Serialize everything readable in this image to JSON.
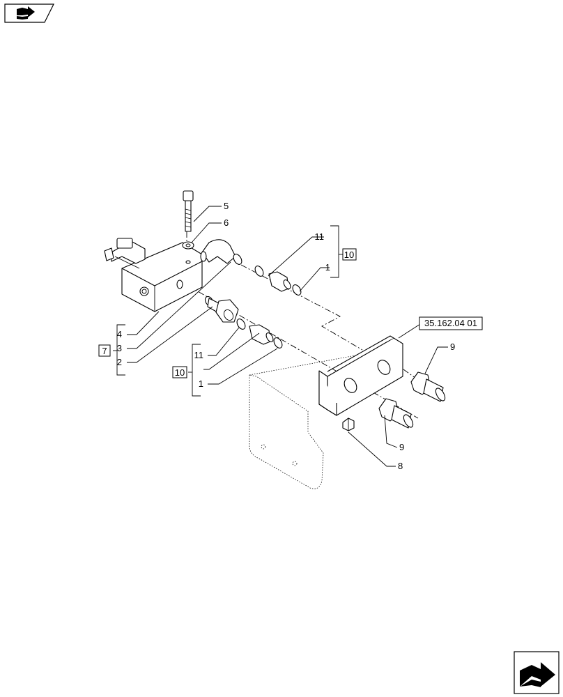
{
  "callouts": {
    "c5": "5",
    "c6": "6",
    "c11a": "11",
    "c1a": "1",
    "c10a": "10",
    "c4": "4",
    "c7": "7",
    "c3": "3",
    "c2": "2",
    "c11b": "11",
    "c10b": "10",
    "c1b": "1",
    "c9a": "9",
    "c9b": "9",
    "c8": "8"
  },
  "reference": "35.162.04 01",
  "icons": {
    "top_left": "book-arrow-icon",
    "bottom_right": "next-page-arrow-icon"
  }
}
